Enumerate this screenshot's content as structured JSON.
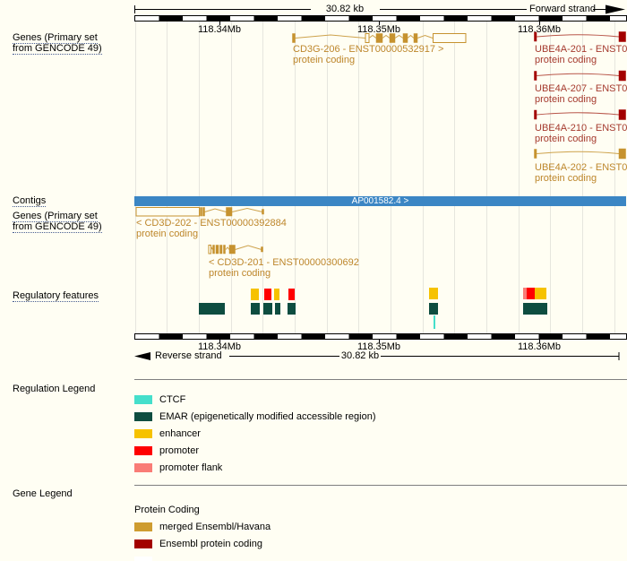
{
  "colors": {
    "bg": "#FFFEF3",
    "grid": "#E6E6DE",
    "gold": "#C6922F",
    "gold_line": "#CDA24C",
    "gold_text": "#BD862B",
    "legend_gold": "#CE9C30",
    "red": "#A30000",
    "red_line": "#B8564A",
    "red_text": "#A53A2E",
    "contig_blue": "#3B86C4",
    "ctcf": "#45DFCB",
    "emar": "#0E4D40",
    "enhancer": "#F6C200",
    "promoter": "#FF0000",
    "promoter_flank": "#F97C76",
    "rule_gray": "#7F7F7F"
  },
  "track_labels": {
    "genes_top_1": "Genes (Primary set",
    "genes_top_2": "from GENCODE 49)",
    "contigs": "Contigs",
    "genes_mid_1": "Genes (Primary set",
    "genes_mid_2": "from GENCODE 49)",
    "regulatory": "Regulatory features"
  },
  "top_ruler": {
    "scale": "30.82 kb",
    "strand": "Forward strand"
  },
  "bottom_ruler": {
    "scale": "30.82 kb",
    "strand": "Reverse strand"
  },
  "coordinate_ticks": [
    "118.34Mb",
    "118.35Mb",
    "118.36Mb"
  ],
  "contig": {
    "label": "AP001582.4 >"
  },
  "forward_genes": [
    {
      "label": "CD3G-206 - ENST00000532917 >",
      "biotype": "protein coding"
    },
    {
      "label": "UBE4A-201 - ENST0",
      "biotype": "protein coding"
    },
    {
      "label": "UBE4A-207 - ENST0",
      "biotype": "protein coding"
    },
    {
      "label": "UBE4A-210 - ENST0",
      "biotype": "protein coding"
    },
    {
      "label": "UBE4A-202 - ENST0",
      "biotype": "protein coding"
    }
  ],
  "reverse_genes": [
    {
      "label": "< CD3D-202 - ENST00000392884",
      "biotype": "protein coding"
    },
    {
      "label": "< CD3D-201 - ENST00000300692",
      "biotype": "protein coding"
    }
  ],
  "regulation_legend": {
    "title": "Regulation Legend",
    "items": [
      {
        "label": "CTCF"
      },
      {
        "label": "EMAR (epigenetically modified accessible region)"
      },
      {
        "label": "enhancer"
      },
      {
        "label": "promoter"
      },
      {
        "label": "promoter flank"
      }
    ]
  },
  "gene_legend": {
    "title": "Gene Legend",
    "section": "Protein Coding",
    "items": [
      {
        "label": "merged Ensembl/Havana"
      },
      {
        "label": "Ensembl protein coding"
      }
    ]
  }
}
